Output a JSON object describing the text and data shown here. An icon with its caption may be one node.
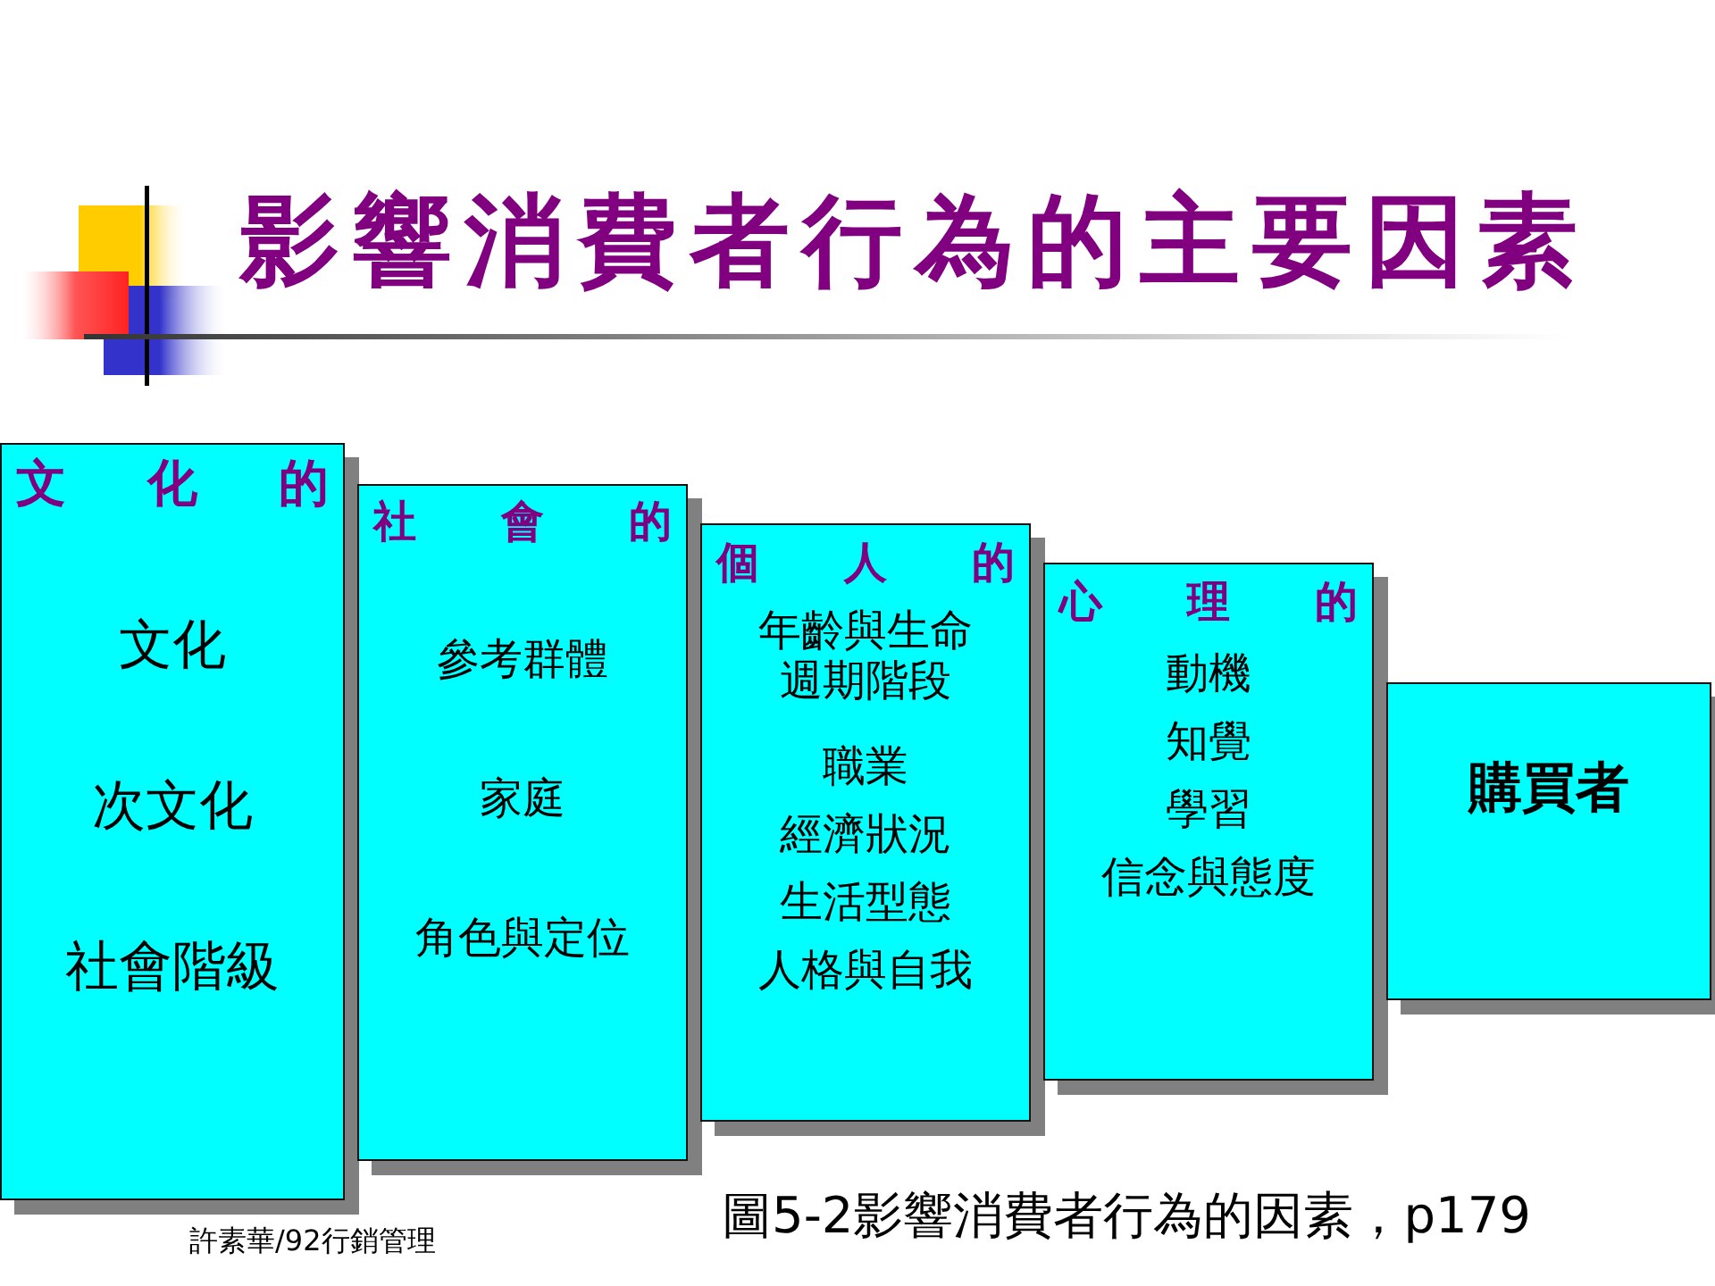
{
  "diagram": {
    "title": "影響消費者行為的主要因素",
    "caption": "圖5-2影響消費者行為的因素，p179",
    "nodes": [
      {
        "text": [
          "文 化 的",
          "文化",
          "次文化",
          "社會階級"
        ]
      },
      {
        "text": [
          "社 會 的",
          "參考群體",
          "家庭",
          "角色與定位"
        ]
      },
      {
        "text": [
          "個 人 的",
          "年齡與生命週期階段",
          "職業",
          "經濟狀況",
          "生活型態",
          "人格與自我"
        ]
      },
      {
        "text": [
          "心 理 的",
          "動機",
          "知覺",
          "學習",
          "信念與態度"
        ]
      },
      {
        "text": [
          "購買者"
        ]
      }
    ],
    "labels": [
      "許素華/92行銷管理"
    ]
  }
}
